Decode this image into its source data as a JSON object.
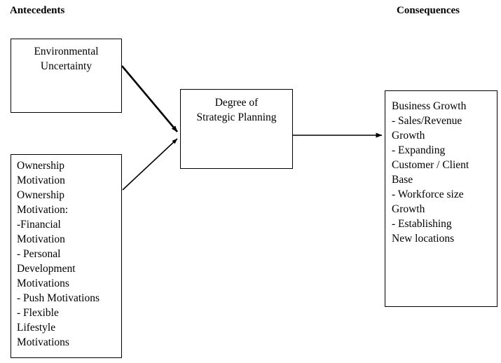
{
  "headers": {
    "left": "Antecedents",
    "right": "Consequences"
  },
  "nodes": {
    "environmental_uncertainty": {
      "text": "Environmental\nUncertainty"
    },
    "ownership_motivation": {
      "text": "Ownership\nMotivation\nOwnership\nMotivation:\n-Financial\nMotivation\n- Personal\nDevelopment\nMotivations\n- Push Motivations\n- Flexible\nLifestyle\nMotivations"
    },
    "degree_of_strategic_planning": {
      "text": "Degree of\nStrategic Planning"
    },
    "business_growth": {
      "text": "Business Growth\n- Sales/Revenue\nGrowth\n- Expanding\nCustomer / Client\nBase\n- Workforce size\nGrowth\n- Establishing\nNew locations"
    }
  },
  "edges": [
    {
      "name": "environmental-to-planning",
      "from": "environmental_uncertainty",
      "to": "degree_of_strategic_planning"
    },
    {
      "name": "ownership-to-planning",
      "from": "ownership_motivation",
      "to": "degree_of_strategic_planning"
    },
    {
      "name": "planning-to-growth",
      "from": "degree_of_strategic_planning",
      "to": "business_growth"
    }
  ],
  "colors": {
    "background": "#ffffff",
    "stroke": "#000000",
    "text": "#000000"
  }
}
